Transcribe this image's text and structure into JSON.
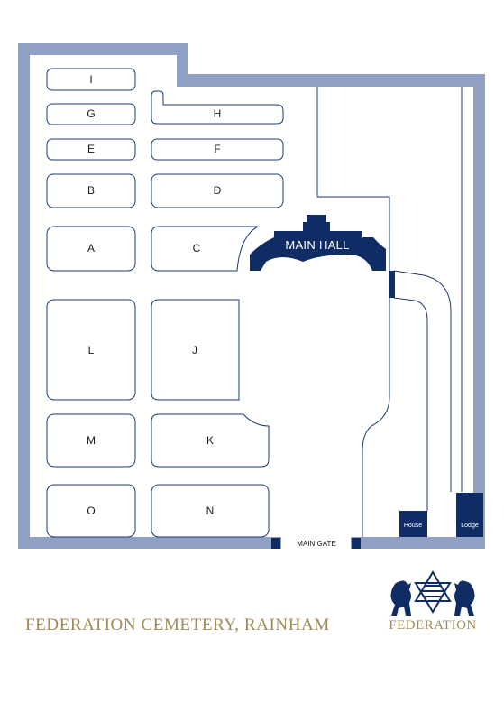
{
  "map": {
    "plots": [
      "I",
      "H",
      "G",
      "E",
      "F",
      "B",
      "D",
      "A",
      "C",
      "L",
      "J",
      "M",
      "K",
      "O",
      "N"
    ],
    "main_hall": "MAIN HALL",
    "house": "House",
    "lodge": "Lodge",
    "main_gate": "MAIN GATE"
  },
  "footer": {
    "title": "FEDERATION CEMETERY, RAINHAM",
    "brand": "FEDERATION"
  },
  "colors": {
    "wall": "#8fa0c4",
    "navy": "#0f2d64",
    "gold": "#a08a55"
  },
  "icons": [
    "federation-lion-crest-icon"
  ]
}
